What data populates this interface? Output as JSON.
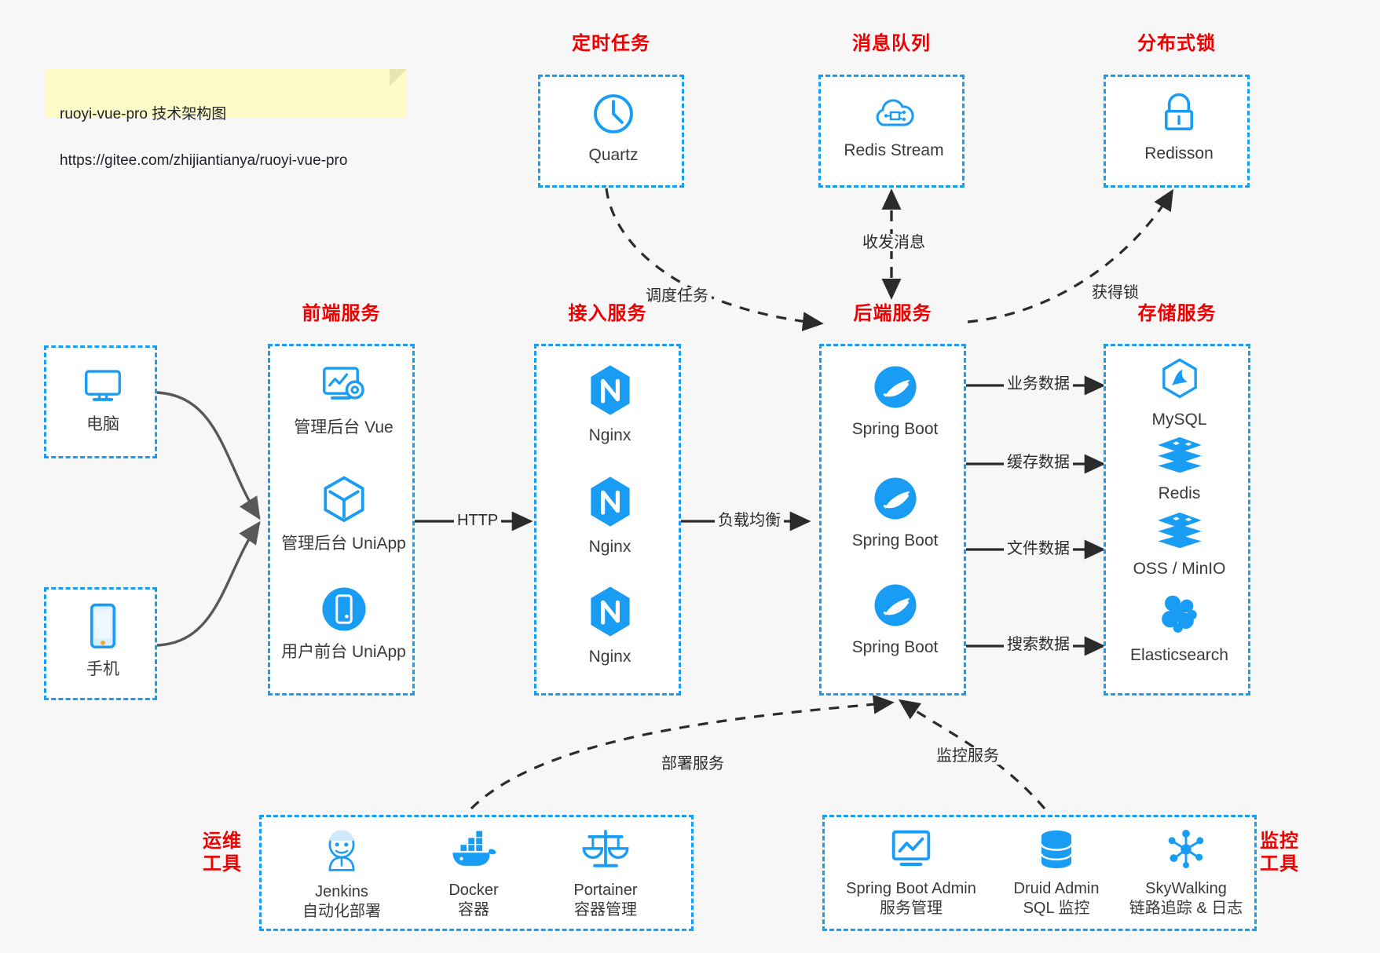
{
  "note": {
    "line1": "ruoyi-vue-pro 技术架构图",
    "line2": "https://gitee.com/zhijiantianya/ruoyi-vue-pro"
  },
  "groups": {
    "scheduler": {
      "title": "定时任务",
      "nodes": [
        {
          "label": "Quartz",
          "icon": "clock-icon"
        }
      ]
    },
    "mq": {
      "title": "消息队列",
      "nodes": [
        {
          "label": "Redis Stream",
          "icon": "cloud-stream-icon"
        }
      ]
    },
    "lock": {
      "title": "分布式锁",
      "nodes": [
        {
          "label": "Redisson",
          "icon": "lock-icon"
        }
      ]
    },
    "client_pc": {
      "title": "",
      "nodes": [
        {
          "label": "电脑",
          "icon": "desktop-icon"
        }
      ]
    },
    "client_phone": {
      "title": "",
      "nodes": [
        {
          "label": "手机",
          "icon": "mobile-icon"
        }
      ]
    },
    "frontend": {
      "title": "前端服务",
      "nodes": [
        {
          "label": "管理后台 Vue",
          "icon": "dashboard-gear-icon"
        },
        {
          "label": "管理后台 UniApp",
          "icon": "hexagon-cube-icon"
        },
        {
          "label": "用户前台 UniApp",
          "icon": "phone-circle-icon"
        }
      ]
    },
    "gateway": {
      "title": "接入服务",
      "nodes": [
        {
          "label": "Nginx",
          "icon": "nginx-icon"
        },
        {
          "label": "Nginx",
          "icon": "nginx-icon"
        },
        {
          "label": "Nginx",
          "icon": "nginx-icon"
        }
      ]
    },
    "backend": {
      "title": "后端服务",
      "nodes": [
        {
          "label": "Spring Boot",
          "icon": "spring-boot-icon"
        },
        {
          "label": "Spring Boot",
          "icon": "spring-boot-icon"
        },
        {
          "label": "Spring Boot",
          "icon": "spring-boot-icon"
        }
      ]
    },
    "storage": {
      "title": "存储服务",
      "nodes": [
        {
          "label": "MySQL",
          "icon": "mysql-icon"
        },
        {
          "label": "Redis",
          "icon": "redis-icon"
        },
        {
          "label": "OSS / MinIO",
          "icon": "oss-icon"
        },
        {
          "label": "Elasticsearch",
          "icon": "elasticsearch-icon"
        }
      ]
    },
    "devops": {
      "title": "运维\n工具",
      "nodes": [
        {
          "label": "Jenkins\n自动化部署",
          "icon": "jenkins-icon"
        },
        {
          "label": "Docker\n容器",
          "icon": "docker-icon"
        },
        {
          "label": "Portainer\n容器管理",
          "icon": "scales-icon"
        }
      ]
    },
    "monitor": {
      "title": "监控\n工具",
      "nodes": [
        {
          "label": "Spring Boot Admin\n服务管理",
          "icon": "monitor-chart-icon"
        },
        {
          "label": "Druid Admin\nSQL 监控",
          "icon": "database-icon"
        },
        {
          "label": "SkyWalking\n链路追踪 & 日志",
          "icon": "skywalking-icon"
        }
      ]
    }
  },
  "edges": {
    "http": "HTTP",
    "load_balance": "负载均衡",
    "schedule_task": "调度任务",
    "send_receive_message": "收发消息",
    "acquire_lock": "获得锁",
    "business_data": "业务数据",
    "cache_data": "缓存数据",
    "file_data": "文件数据",
    "search_data": "搜索数据",
    "deploy_service": "部署服务",
    "monitor_service": "监控服务"
  },
  "colors": {
    "accent_blue": "#189cf4",
    "title_red": "#ee0000",
    "edge_dark": "#2b2b2b",
    "curve_gray": "#58585a",
    "note_yellow": "#fdfbc8",
    "background": "#f7f7f7"
  }
}
